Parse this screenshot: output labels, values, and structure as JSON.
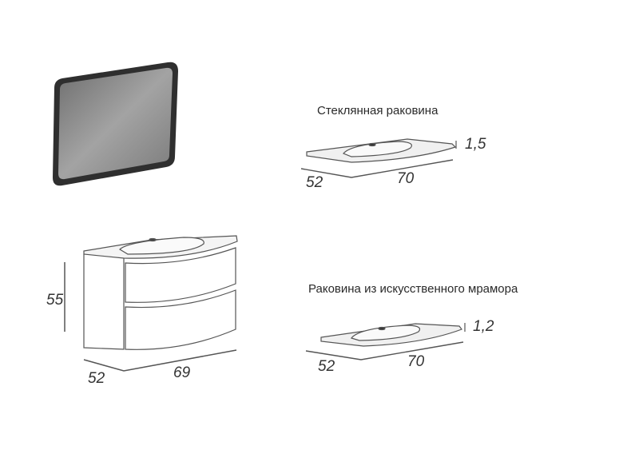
{
  "cabinet": {
    "height": "55",
    "depth": "52",
    "width": "69"
  },
  "glass_sink": {
    "title": "Стеклянная раковина",
    "depth": "52",
    "width": "70",
    "thickness": "1,5"
  },
  "marble_sink": {
    "title": "Раковина из искусственного мрамора",
    "depth": "52",
    "width": "70",
    "thickness": "1,2"
  },
  "colors": {
    "line": "#555555",
    "mirror_frame": "#2f2f2f",
    "mirror_glass": "#8a8a8a"
  }
}
